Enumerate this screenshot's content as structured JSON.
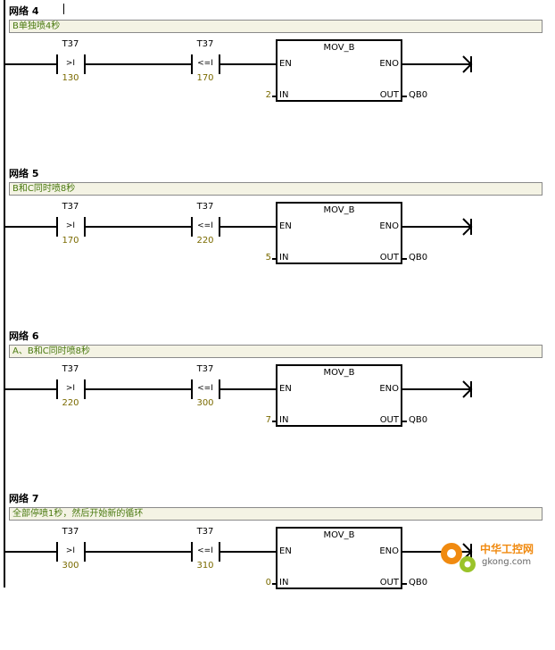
{
  "networks": [
    {
      "title": "网络 4",
      "comment": "B单独喷4秒",
      "contact1": {
        "name": "T37",
        "op": ">I",
        "value": "130"
      },
      "contact2": {
        "name": "T37",
        "op": "<=I",
        "value": "170"
      },
      "block": {
        "title": "MOV_B",
        "en": "EN",
        "eno": "ENO",
        "in": "IN",
        "out": "OUT",
        "in_value": "2",
        "out_value": "QB0"
      }
    },
    {
      "title": "网络 5",
      "comment": "B和C同时喷8秒",
      "contact1": {
        "name": "T37",
        "op": ">I",
        "value": "170"
      },
      "contact2": {
        "name": "T37",
        "op": "<=I",
        "value": "220"
      },
      "block": {
        "title": "MOV_B",
        "en": "EN",
        "eno": "ENO",
        "in": "IN",
        "out": "OUT",
        "in_value": "5",
        "out_value": "QB0"
      }
    },
    {
      "title": "网络 6",
      "comment": "A、B和C同时喷8秒",
      "contact1": {
        "name": "T37",
        "op": ">I",
        "value": "220"
      },
      "contact2": {
        "name": "T37",
        "op": "<=I",
        "value": "300"
      },
      "block": {
        "title": "MOV_B",
        "en": "EN",
        "eno": "ENO",
        "in": "IN",
        "out": "OUT",
        "in_value": "7",
        "out_value": "QB0"
      }
    },
    {
      "title": "网络 7",
      "comment": "全部停喷1秒，然后开始新的循环",
      "contact1": {
        "name": "T37",
        "op": ">I",
        "value": "300"
      },
      "contact2": {
        "name": "T37",
        "op": "<=I",
        "value": "310"
      },
      "block": {
        "title": "MOV_B",
        "en": "EN",
        "eno": "ENO",
        "in": "IN",
        "out": "OUT",
        "in_value": "0",
        "out_value": "QB0"
      }
    }
  ],
  "watermark": {
    "text": "中华工控网",
    "url": "gkong.com"
  },
  "colors": {
    "comment_bg": "#f4f3e4",
    "comment_text": "#4a7a10",
    "value_text": "#7a6a00",
    "watermark": "#f08a10"
  }
}
